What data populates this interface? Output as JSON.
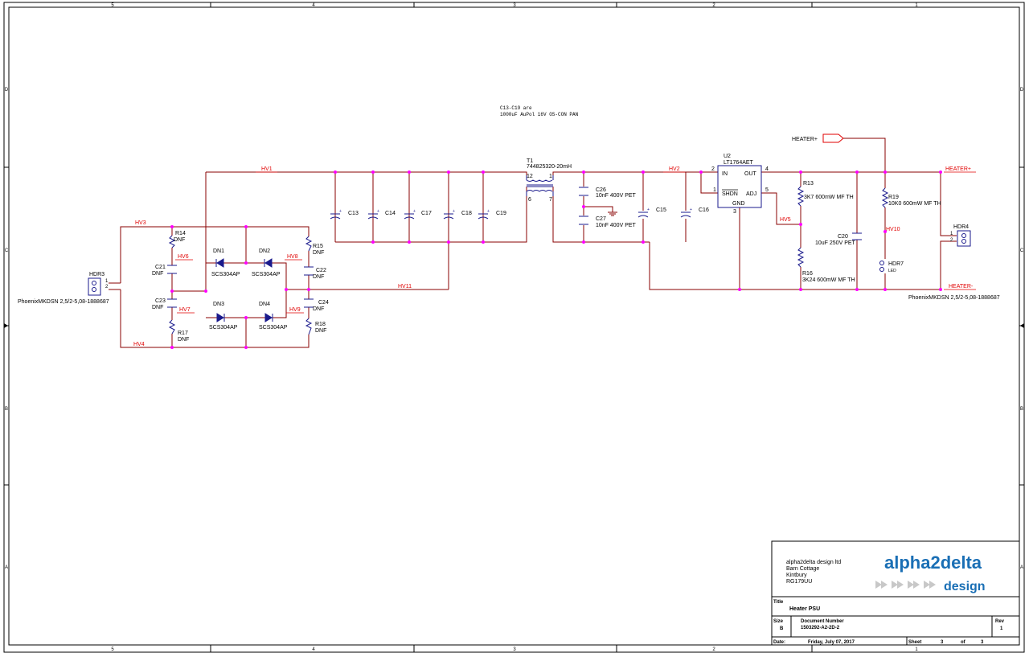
{
  "schematic": {
    "note": [
      "C13-C19 are",
      "1000uF AuPol 16V OS-CON PAN"
    ],
    "border": {
      "columns": [
        "5",
        "4",
        "3",
        "2",
        "1"
      ],
      "rows": [
        "D",
        "C",
        "B",
        "A"
      ]
    },
    "nets": {
      "hv1": "HV1",
      "hv2": "HV2",
      "hv3": "HV3",
      "hv4": "HV4",
      "hv5": "HV5",
      "hv6": "HV6",
      "hv7": "HV7",
      "hv8": "HV8",
      "hv9": "HV9",
      "hv10": "HV10",
      "hv11": "HV11",
      "heater_pos": "HEATER+",
      "heater_neg": "HEATER-"
    },
    "transformer": {
      "ref": "T1",
      "value": "744825320-20mH",
      "pins": [
        "12",
        "1",
        "6",
        "7"
      ]
    },
    "regulator": {
      "ref": "U2",
      "value": "LT1764AET",
      "in": "IN",
      "out": "OUT",
      "shdn": "SHDN",
      "adj": "ADJ",
      "gnd": "GND",
      "pins": [
        "2",
        "4",
        "1",
        "5",
        "3"
      ]
    },
    "hdr3": {
      "ref": "HDR3",
      "value": "PhoenixMKDSN 2,5/2-5,08-1888687",
      "pins": [
        "1",
        "2"
      ]
    },
    "hdr4": {
      "ref": "HDR4",
      "value": "PhoenixMKDSN 2,5/2-5,08-1888687",
      "pins": [
        "1",
        "2"
      ]
    },
    "hdr7": {
      "ref": "HDR7",
      "value": "LED"
    },
    "diodes": [
      {
        "ref": "DN1",
        "value": "SCS304AP"
      },
      {
        "ref": "DN2",
        "value": "SCS304AP"
      },
      {
        "ref": "DN3",
        "value": "SCS304AP"
      },
      {
        "ref": "DN4",
        "value": "SCS304AP"
      }
    ],
    "snubbers": {
      "r14": "R14",
      "r15": "R15",
      "r17": "R17",
      "r18": "R18",
      "c21": "C21",
      "c22": "C22",
      "c23": "C23",
      "c24": "C24",
      "dnf": "DNF"
    },
    "caps": {
      "c13": "C13",
      "c14": "C14",
      "c15": "C15",
      "c16": "C16",
      "c17": "C17",
      "c18": "C18",
      "c19": "C19",
      "c20": "C20",
      "c20_value": "10uF 250V PET",
      "c26": "C26",
      "c26_value": "10nF 400V PET",
      "c27": "C27",
      "c27_value": "10nF 400V PET"
    },
    "resistors": {
      "r13": "R13",
      "r13_value": "3K7 600mW MF TH",
      "r16": "R16",
      "r16_value": "3K24 600mW MF TH",
      "r19": "R19",
      "r19_value": "10K0 600mW MF TH"
    },
    "plus": "+"
  },
  "title_block": {
    "company_lines": [
      "alpha2delta design ltd",
      "Barn Cottage",
      "Kintbury",
      "RG179UU"
    ],
    "logo_text": "alpha2delta",
    "logo_sub": "design",
    "title_label": "Title",
    "title": "Heater PSU",
    "size_label": "Size",
    "size": "B",
    "docnum_label": "Document Number",
    "docnum": "1503292-A2-2D-2",
    "rev_label": "Rev",
    "rev": "1",
    "date_label": "Date:",
    "date": "Friday, July 07, 2017",
    "sheet_label": "Sheet",
    "sheet": "3",
    "of_label": "of",
    "sheets": "3"
  },
  "colors": {
    "wire": "#880000",
    "net_label": "#e00000",
    "junction": "#ff00ff",
    "component": "#1a1a8c",
    "text": "#000000",
    "border": "#000000",
    "logo": "#1a6fb5"
  }
}
